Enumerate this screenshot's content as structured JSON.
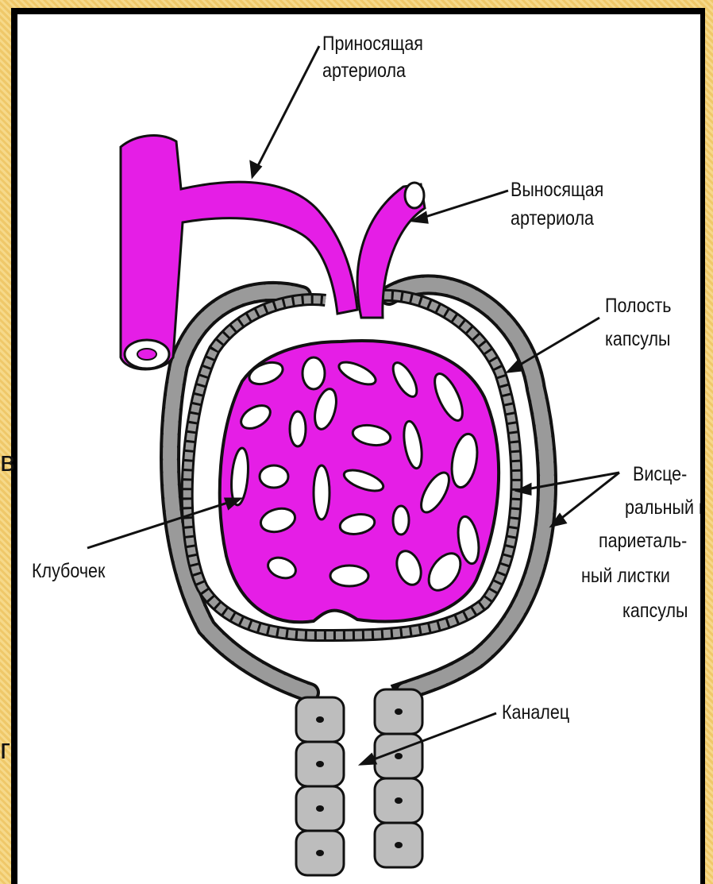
{
  "labels": {
    "afferent_line1": "Приносящая",
    "afferent_line2": "артериола",
    "efferent_line1": "Выносящая",
    "efferent_line2": "артериола",
    "capsule_cavity_line1": "Полость",
    "capsule_cavity_line2": "капсулы",
    "layers_line1": "Висце-",
    "layers_line2": "ральный и",
    "layers_line3": "париеталь-",
    "layers_line4": "ный листки",
    "layers_line5": "капсулы",
    "glomerulus": "Клубочек",
    "tubule": "Каналец"
  },
  "slide_edge_glyphs": [
    "в",
    "г"
  ],
  "colors": {
    "vessel": "#e51ee6",
    "cell_wall": "#9a9a9a",
    "outline": "#111111",
    "tubule_cell": "#bdbdbd",
    "slide_background": "#f3d27a"
  }
}
